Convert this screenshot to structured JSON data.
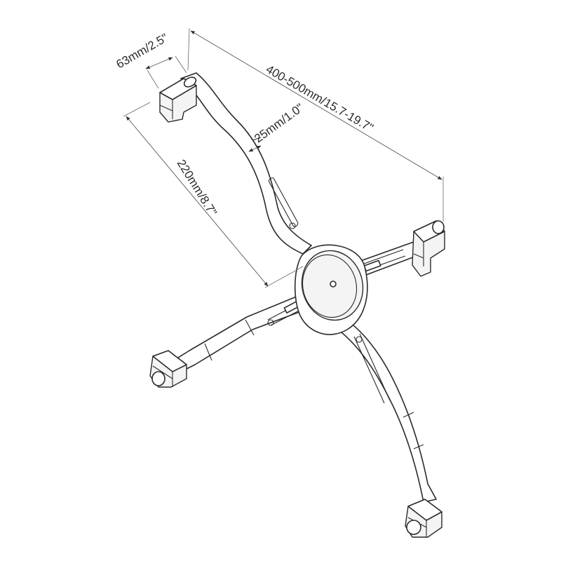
{
  "dimensions": {
    "grip_width": "63mm/2.5\"",
    "span_range": "400-500mm/15.7-19.7\"",
    "arm_width": "25mm/1.0\"",
    "arm_length": "220mm/8.7\""
  },
  "colors": {
    "stroke": "#2a2a2a",
    "fill": "#ffffff",
    "dimension": "#555555"
  }
}
